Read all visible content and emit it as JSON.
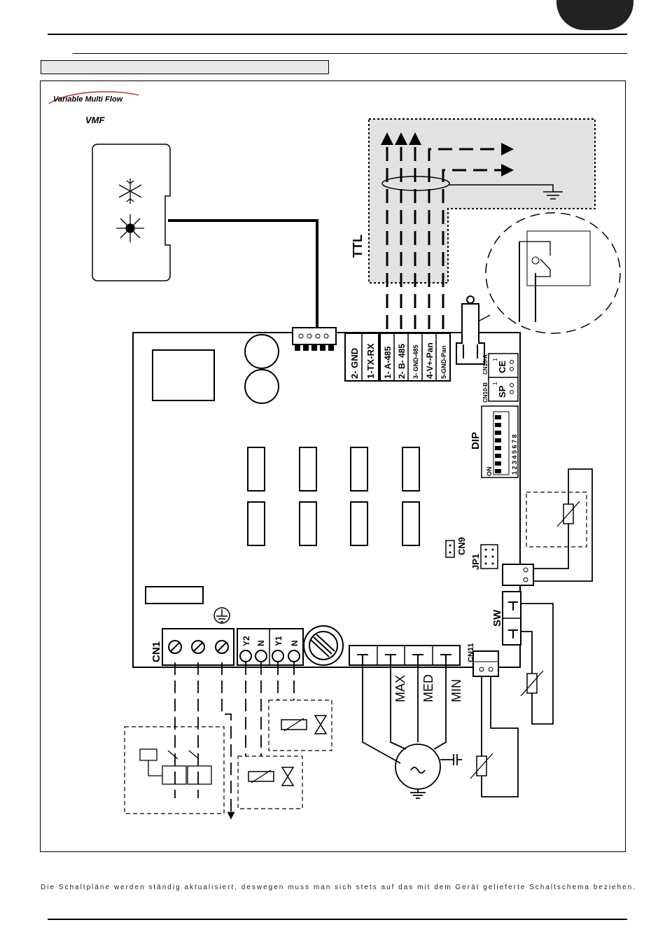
{
  "logo": {
    "brand": "Variable Multi Flow",
    "model": "VMF"
  },
  "labels": {
    "ttl": "TTL",
    "dip": "DIP",
    "on": "ON",
    "dip_numbers": "1 2 3 4 5 6 7 8",
    "cn1": "CN1",
    "cn9": "CN9",
    "cn11": "CN11",
    "jp1": "JP1",
    "sw": "SW",
    "sp": "SP",
    "ce": "CE",
    "cn10a": "CN10-A",
    "cn10b": "CN10-B",
    "one": "1"
  },
  "ttl_pins": [
    "2- GND",
    "1-TX-RX"
  ],
  "rs485_pins": [
    "1- A-485",
    "2- B- 485",
    "3- GND-485",
    "4-V+-Pan",
    "5-GND-Pan"
  ],
  "valve_terms": [
    "Y2",
    "N",
    "Y1",
    "N"
  ],
  "fan_speeds": [
    "MAX",
    "MED",
    "MIN"
  ],
  "footer": "Die Schaltpläne werden ständig aktualisiert, deswegen muss man sich stets auf das mit dem Gerät gelieferte Schaltschema beziehen.",
  "colors": {
    "ink": "#000000",
    "shade": "#e2e2e2",
    "logo_red": "#c0272d",
    "tab": "#222222"
  }
}
